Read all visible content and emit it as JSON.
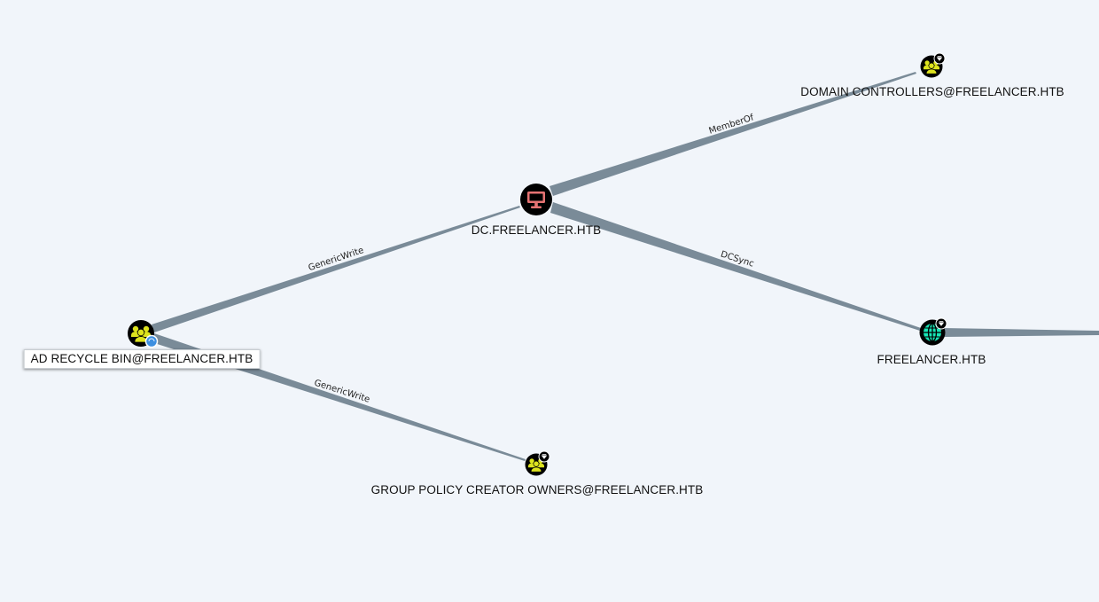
{
  "nodes": {
    "domain_controllers": {
      "label": "DOMAIN CONTROLLERS@FREELANCER.HTB",
      "type": "group",
      "highvalue": true
    },
    "dc": {
      "label": "DC.FREELANCER.HTB",
      "type": "computer",
      "highvalue": false
    },
    "freelancer_domain": {
      "label": "FREELANCER.HTB",
      "type": "domain",
      "highvalue": true
    },
    "ad_recycle_bin": {
      "label": "AD RECYCLE BIN@FREELANCER.HTB",
      "type": "group",
      "selected": true
    },
    "gpo_creators": {
      "label": "GROUP POLICY CREATOR OWNERS@FREELANCER.HTB",
      "type": "group",
      "highvalue": true
    }
  },
  "edges": {
    "memberof": {
      "label": "MemberOf"
    },
    "dcsync": {
      "label": "DCSync"
    },
    "genericwrite_dc": {
      "label": "GenericWrite"
    },
    "genericwrite_gpo": {
      "label": "GenericWrite"
    }
  },
  "colors": {
    "background": "#f1f5fa",
    "edge": "#7a8b98",
    "group_icon": "#dde31e",
    "computer_icon": "#e57373",
    "domain_icon": "#17e6b6",
    "node_circle": "#000000"
  }
}
